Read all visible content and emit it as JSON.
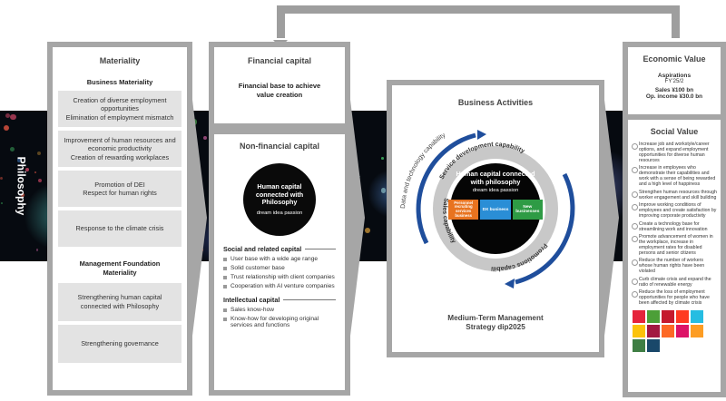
{
  "philosophy": "Philosophy",
  "materiality": {
    "title": "Materiality",
    "business_title": "Business Materiality",
    "business_items": [
      "Creation of diverse employment opportunities\nElimination of employment mismatch",
      "Improvement of human resources and economic productivity\nCreation of rewarding workplaces",
      "Promotion of DEI\nRespect for human rights",
      "Response to the climate crisis"
    ],
    "foundation_title": "Management Foundation Materiality",
    "foundation_items": [
      "Strengthening human capital connected with Philosophy",
      "Strengthening governance"
    ]
  },
  "financial": {
    "title": "Financial capital",
    "text": "Financial base to achieve value creation"
  },
  "nonfinancial": {
    "title": "Non-financial capital",
    "circle_title": "Human capital connected with Philosophy",
    "circle_sub": "dream idea passion",
    "social_title": "Social and related capital",
    "social_items": [
      "User base with a wide age range",
      "Solid customer base",
      "Trust relationship with client companies",
      "Cooperation with AI venture companies"
    ],
    "intellectual_title": "Intellectual capital",
    "intellectual_items": [
      "Sales know-how",
      "Know-how for developing original services and functions"
    ]
  },
  "business": {
    "title": "Business Activities",
    "outer_label": "Data and technology capability",
    "cap_service": "Service development capability",
    "cap_promotions": "Promotions capability",
    "cap_sales": "Sales capability",
    "center_title": "Human capital connected with philosophy",
    "center_sub": "dream idea passion",
    "seg1": "Personnel recruiting services business",
    "seg2": "DX business",
    "seg3": "New businesses",
    "plan_line1": "Medium-Term Management",
    "plan_line2": "Strategy dip2025",
    "colors": {
      "seg1": "#e8731f",
      "seg2": "#2a8ed6",
      "seg3": "#2e9b45",
      "arrow": "#1f4e9c"
    }
  },
  "economic": {
    "title": "Economic Value",
    "aspirations": "Aspirations",
    "fy": "FY’25/2",
    "sales": "Sales ¥100 bn",
    "income": "Op. income ¥30.0 bn"
  },
  "social": {
    "title": "Social Value",
    "items": [
      "Increase job and workstyle/career options, and expand employment opportunities for diverse human resources",
      "Increase in employees who demonstrate their capabilities and work with a sense of being rewarded and a high level of happiness",
      "Strengthen human resources through worker engagement and skill building",
      "Improve working conditions of employees and create satisfaction by improving corporate productivity",
      "Create a technology base for streamlining work and innovation",
      "Promote advancement of women in the workplace, increase in employment rates for disabled persons and senior citizens",
      "Reduce the number of workers whose human rights have been violated",
      "Curb climate crisis and expand the ratio of renewable energy",
      "Reduce the loss of employment opportunities for people who have been affected by climate crisis"
    ],
    "sdg_colors": [
      "#e5243b",
      "#4c9f38",
      "#c5192d",
      "#ff3a21",
      "#26bde2",
      "#fcc30b",
      "#a21942",
      "#fd6925",
      "#dd1367",
      "#fd9d24",
      "#3f7e44",
      "#19486a"
    ]
  }
}
